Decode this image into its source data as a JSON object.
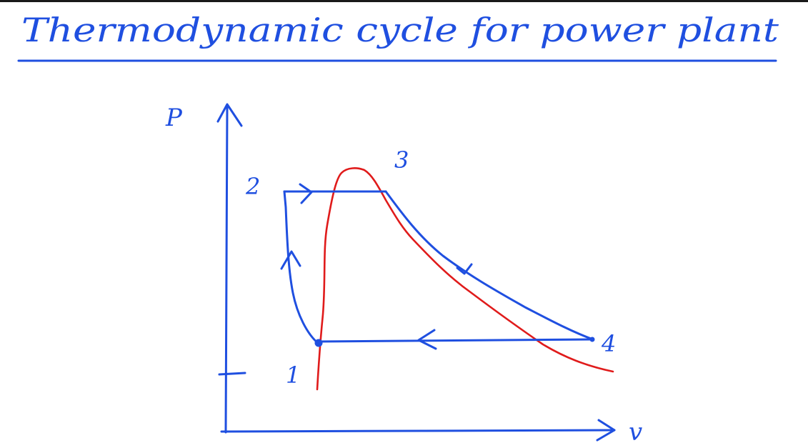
{
  "page": {
    "title": "Thermodynamic cycle for power plant"
  },
  "diagram": {
    "y_axis_label": "P",
    "x_axis_label": "v",
    "points": [
      {
        "id": "1",
        "label": "1"
      },
      {
        "id": "2",
        "label": "2"
      },
      {
        "id": "3",
        "label": "3"
      },
      {
        "id": "4",
        "label": "4"
      }
    ],
    "colors": {
      "ink": "#1f4fe0",
      "saturation_curve": "#e01b1b",
      "background": "#ffffff"
    }
  }
}
